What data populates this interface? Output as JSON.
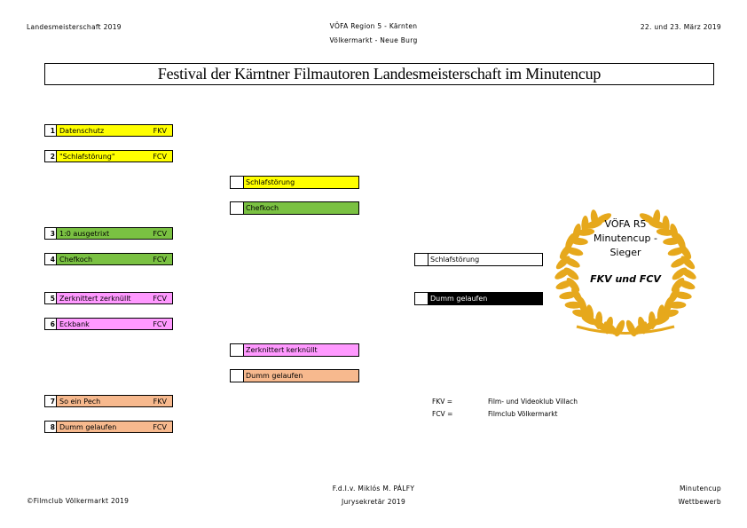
{
  "header": {
    "left": "Landesmeisterschaft 2019",
    "center_line1": "VÖFA Region 5 - Kärnten",
    "center_line2": "Völkermarkt - Neue Burg",
    "right": "22. und 23. März 2019"
  },
  "title": "Festival der Kärntner Filmautoren Landesmeisterschaft im Minutencup",
  "colors": {
    "yellow": "#ffff00",
    "green": "#7ac142",
    "pink": "#ff99ff",
    "peach": "#f7b98e",
    "black": "#000000",
    "gold": "#e6a81c"
  },
  "round1": [
    {
      "num": "1",
      "title": "Datenschutz",
      "club": "FKV",
      "color": "#ffff00"
    },
    {
      "num": "2",
      "title": "\"Schlafstörung\"",
      "club": "FCV",
      "color": "#ffff00"
    },
    {
      "num": "3",
      "title": "1:0 ausgetrixt",
      "club": "FCV",
      "color": "#7ac142"
    },
    {
      "num": "4",
      "title": "Chefkoch",
      "club": "FCV",
      "color": "#7ac142"
    },
    {
      "num": "5",
      "title": "Zerknittert zerknüllt",
      "club": "FCV",
      "color": "#ff99ff"
    },
    {
      "num": "6",
      "title": "Eckbank",
      "club": "FCV",
      "color": "#ff99ff"
    },
    {
      "num": "7",
      "title": "So ein Pech",
      "club": "FKV",
      "color": "#f7b98e"
    },
    {
      "num": "8",
      "title": "Dumm gelaufen",
      "club": "FCV",
      "color": "#f7b98e"
    }
  ],
  "round2": [
    {
      "title": "Schlafstörung",
      "color": "#ffff00"
    },
    {
      "title": "Chefkoch",
      "color": "#7ac142"
    },
    {
      "title": "Zerknittert kerknüllt",
      "color": "#ff99ff"
    },
    {
      "title": "Dumm gelaufen",
      "color": "#f7b98e"
    }
  ],
  "final": [
    {
      "title": "Schlafstörung",
      "color": "#ffffff",
      "text_color": "#000000"
    },
    {
      "title": "Dumm gelaufen",
      "color": "#000000",
      "text_color": "#ffffff"
    }
  ],
  "winner": {
    "line1": "VÖFA R5",
    "line2": "Minutencup -",
    "line3": "Sieger",
    "clubs": "FKV und FCV"
  },
  "legend": [
    {
      "abbr": "FKV =",
      "name": "Film- und Videoklub Villach"
    },
    {
      "abbr": "FCV =",
      "name": "Filmclub Völkermarkt"
    }
  ],
  "footer": {
    "left": "©Filmclub Völkermarkt 2019",
    "center_line1": "F.d.I.v. Miklós M. PÁLFY",
    "center_line2": "Jurysekretär 2019",
    "right_line1": "Minutencup",
    "right_line2": "Wettbewerb"
  }
}
